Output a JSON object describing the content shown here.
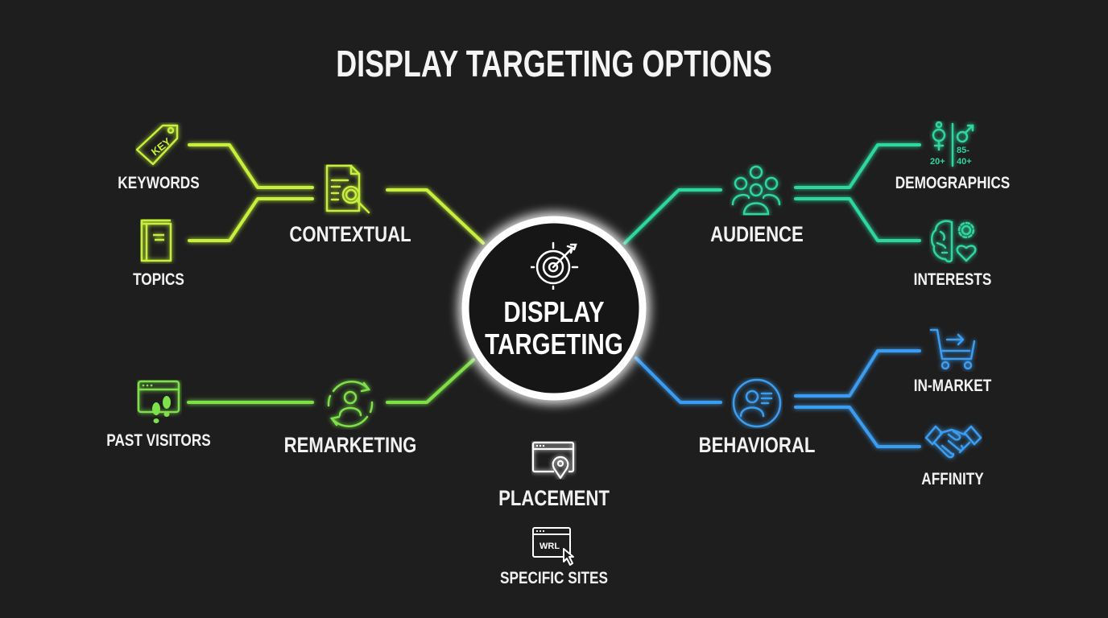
{
  "title": "DISPLAY TARGETING OPTIONS",
  "center": {
    "line1": "DISPLAY",
    "line2": "TARGETING",
    "icon": "target-arrow-icon"
  },
  "colors": {
    "background": "#1e1e1e",
    "contextual": "#c6f03a",
    "remarketing": "#7ee04a",
    "audience": "#2fd6a0",
    "behavioral": "#3a9cf0",
    "placement": "#ffffff"
  },
  "branches": {
    "contextual": {
      "label": "CONTEXTUAL",
      "icon": "document-search-icon",
      "children": [
        {
          "label": "KEYWORDS",
          "icon": "key-tag-icon"
        },
        {
          "label": "TOPICS",
          "icon": "book-icon"
        }
      ]
    },
    "remarketing": {
      "label": "REMARKETING",
      "icon": "user-cycle-icon",
      "children": [
        {
          "label": "PAST VISITORS",
          "icon": "browser-footprints-icon"
        }
      ]
    },
    "audience": {
      "label": "AUDIENCE",
      "icon": "people-group-icon",
      "children": [
        {
          "label": "DEMOGRAPHICS",
          "icon": "gender-age-icon",
          "icon_text": [
            "20+",
            "85-",
            "40+"
          ]
        },
        {
          "label": "INTERESTS",
          "icon": "brain-gear-heart-icon"
        }
      ]
    },
    "behavioral": {
      "label": "BEHAVIORAL",
      "icon": "user-profile-icon",
      "children": [
        {
          "label": "IN-MARKET",
          "icon": "shopping-cart-icon"
        },
        {
          "label": "AFFINITY",
          "icon": "handshake-icon"
        }
      ]
    },
    "placement": {
      "label": "PLACEMENT",
      "icon": "browser-location-icon",
      "children": [
        {
          "label": "SPECIFIC SITES",
          "icon": "browser-url-icon",
          "icon_text": "WRL"
        }
      ]
    }
  }
}
